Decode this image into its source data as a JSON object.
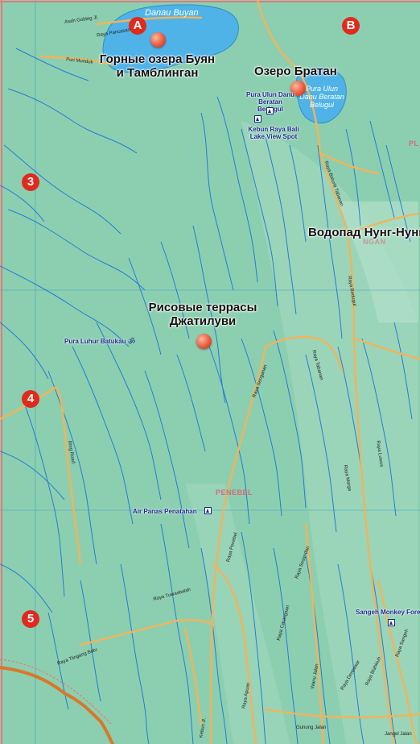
{
  "map": {
    "grid_markers": [
      {
        "id": "A",
        "label": "A"
      },
      {
        "id": "B",
        "label": "B"
      },
      {
        "id": "3",
        "label": "3"
      },
      {
        "id": "4",
        "label": "4"
      },
      {
        "id": "5",
        "label": "5"
      }
    ],
    "lakes": {
      "buyan": "Danau Buyan",
      "beratan": "Pura Ulun Danu Beratan Belugul"
    },
    "attractions": {
      "buyan_tamblingan": "Горные озера Буян и Тамблинган",
      "bratan": "Озеро Братан",
      "nung_nung": "Водопад Нунг-Нунг",
      "jatiluwih": "Рисовые террасы Джатилуви"
    },
    "places": {
      "pura_ulun_danu": "Pura Ulun Danu Beratan Bedugul",
      "kebun_raya": "Kebun Raya Bali Lake View Spot",
      "pura_luhur": "Pura Luhur Batukau",
      "air_panas": "Air Panas Penatahan",
      "sangeh": "Sangeh Monkey Fore"
    },
    "regions": {
      "penebel": "PENEBEL",
      "pl": "PL",
      "angan": "NGAN"
    },
    "roads": {
      "asah_gobleg": "Asah Gobleg Jl.",
      "raya_pancasari": "Raya Pancasari",
      "puri_munduk": "Puri Munduk",
      "raya_baturiti": "Raya Baturiti Tabanan",
      "raya_bedugul": "Raya Bedugul",
      "raya_senganan": "Raya Senganan",
      "raya_penebel": "Raya Penebel",
      "raya_tabanan": "Raya Tabanan",
      "raya_tuwasbalah": "Raya Tuwasbalah",
      "raya_tiingang": "Raya Tiingang Batu",
      "kebun_jl": "Kebun Jl.",
      "raya_apuan": "Raya Apuan",
      "ring_road": "Ring Road",
      "raya_sesandan": "Raya Sesandan",
      "raya_blahkiuh": "Raya Blahkiuh",
      "raya_denpasar": "Raya Denpasar",
      "raya_marga": "Raya Marga",
      "raya_luwus": "Raya Luwus",
      "jangel_jalan": "Jangel Jalan",
      "wanu_jalan": "Wanu Jalan",
      "raya_carangsari": "Raya Carangsari",
      "raya_sangeh": "Raya Sangeh",
      "gunung_jalan": "Gunung Jalan"
    },
    "colors": {
      "land": "#8ccfb0",
      "water": "#4fb3e8",
      "river": "#1a73d9",
      "road": "#f2b35a",
      "marker": "#e02a1d",
      "border": "#e47a7a"
    }
  }
}
